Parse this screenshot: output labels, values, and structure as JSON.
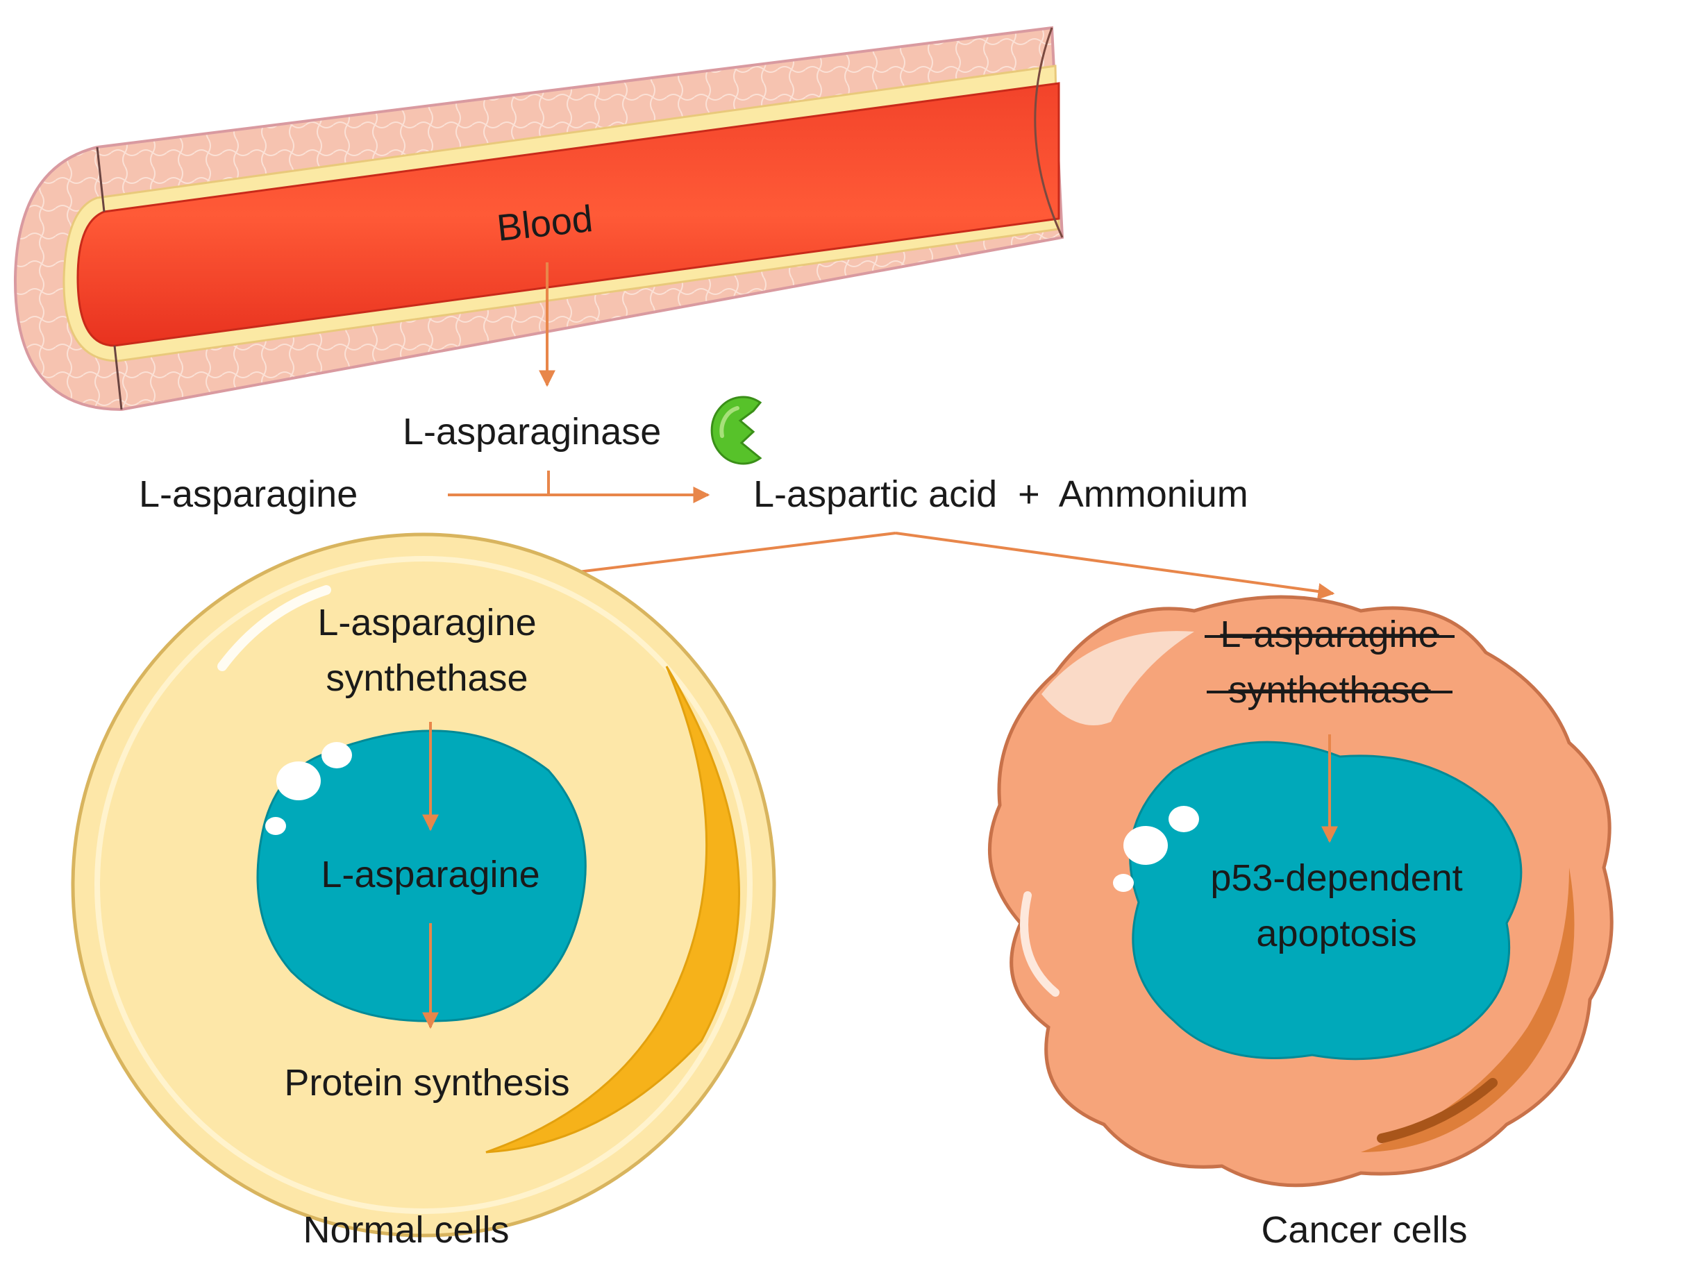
{
  "labels": {
    "blood": "Blood",
    "enzyme": "L-asparaginase",
    "substrate": "L-asparagine",
    "products": "L-aspartic acid  +  Ammonium",
    "normal_enzyme_line1": "L-asparagine",
    "normal_enzyme_line2": "synthethase",
    "normal_nucleus": "L-asparagine",
    "normal_output": "Protein synthesis",
    "cancer_enzyme_line1": "L-asparagine",
    "cancer_enzyme_line2": "synthethase",
    "cancer_nucleus_line1": "p53-dependent",
    "cancer_nucleus_line2": "apoptosis",
    "normal_caption": "Normal cells",
    "cancer_caption": "Cancer cells"
  },
  "icons": {
    "enzyme": "enzyme-pacman-icon"
  },
  "colors": {
    "arrow": "#e8864a",
    "blood": "#f2432a",
    "vessel_wall": "#f6c3b0",
    "normal_cytoplasm": "#fde7a8",
    "normal_crescent": "#f6b21a",
    "cancer_cytoplasm": "#f6a47a",
    "nucleus": "#00a9ba",
    "enzyme": "#57c22a"
  }
}
